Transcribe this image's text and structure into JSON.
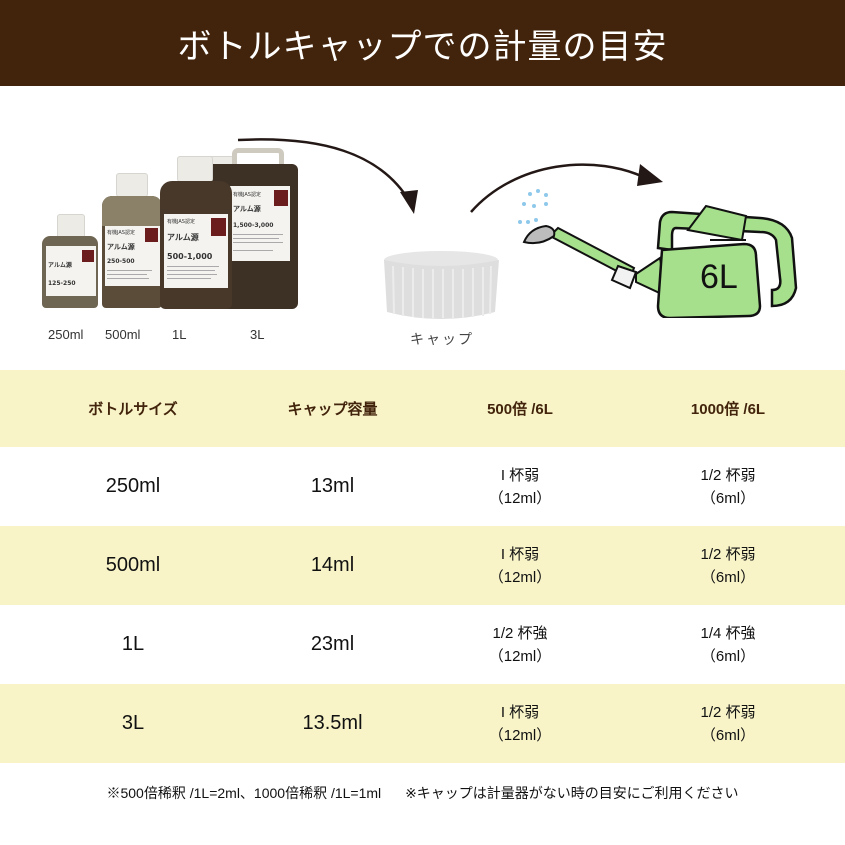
{
  "title": "ボトルキャップでの計量の目安",
  "illustration": {
    "bottles": [
      {
        "size_label": "250ml",
        "label_range": "125-250"
      },
      {
        "size_label": "500ml",
        "label_range": "250-500"
      },
      {
        "size_label": "1L",
        "label_range": "500-1,000"
      },
      {
        "size_label": "3L",
        "label_range": "1,500-3,000"
      }
    ],
    "product_name": "アルム源",
    "label_top": "有機JAS認定",
    "cap_caption": "キャップ",
    "can_label": "6L",
    "colors": {
      "liquid": "#4a3a2a",
      "can_green": "#a6e08c",
      "cap_gray": "#dedede",
      "brand_red": "#6b1c1c"
    }
  },
  "table": {
    "headers": [
      "ボトルサイズ",
      "キャップ容量",
      "500倍 /6L",
      "1000倍 /6L"
    ],
    "rows": [
      {
        "size": "250ml",
        "cap": "13ml",
        "r500": {
          "main": "I 杯弱",
          "sub": "（12ml）"
        },
        "r1000": {
          "main": "1/2 杯弱",
          "sub": "（6ml）"
        }
      },
      {
        "size": "500ml",
        "cap": "14ml",
        "r500": {
          "main": "I 杯弱",
          "sub": "（12ml）"
        },
        "r1000": {
          "main": "1/2 杯弱",
          "sub": "（6ml）"
        }
      },
      {
        "size": "1L",
        "cap": "23ml",
        "r500": {
          "main": "1/2 杯強",
          "sub": "（12ml）"
        },
        "r1000": {
          "main": "1/4 杯強",
          "sub": "（6ml）"
        }
      },
      {
        "size": "3L",
        "cap": "13.5ml",
        "r500": {
          "main": "I 杯弱",
          "sub": "（12ml）"
        },
        "r1000": {
          "main": "1/2 杯弱",
          "sub": "（6ml）"
        }
      }
    ],
    "colors": {
      "header_bg": "#f8f4c8",
      "header_text": "#42230b"
    }
  },
  "footnotes": [
    "※500倍稀釈 /1L=2ml、1000倍稀釈 /1L=1ml",
    "※キャップは計量器がない時の目安にご利用ください"
  ],
  "colors": {
    "title_bg": "#42230b",
    "title_text": "#ffffff"
  }
}
